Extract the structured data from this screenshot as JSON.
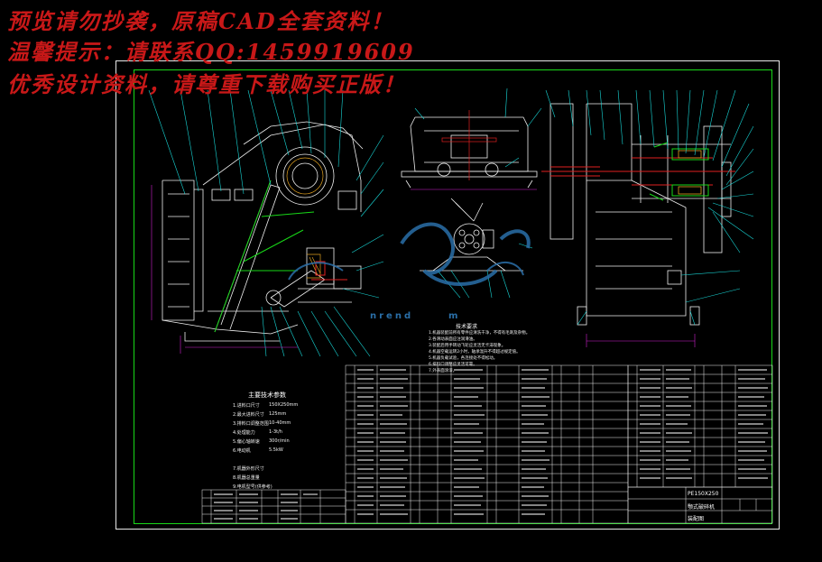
{
  "watermark": {
    "line1": "预览请勿抄袭，原稿CAD全套资料！",
    "line2": "温馨提示：请联系QQ:1459919609",
    "line3": "优秀设计资料，请尊重下载购买正版！",
    "color": "#c81818"
  },
  "logo": {
    "text": "nrend      m",
    "color": "#2a6fa8"
  },
  "technical_spec": {
    "title": "主要技术参数",
    "lines": [
      "1.进料口尺寸",
      "2.最大进料尺寸",
      "3.排料口调整范围",
      "4.处理能力",
      "5.偏心轴转速",
      "6.电动机",
      "",
      "7.机器外形尺寸",
      "8.机器总重量",
      "9.电机型号(供参考)"
    ],
    "values": [
      "150X250mm",
      "125mm",
      "10-40mm",
      "1-3t/h",
      "300r/min",
      "5.5kW",
      "",
      "",
      "",
      ""
    ]
  },
  "notes": {
    "title": "技术要求",
    "lines": [
      "1.机器装配前所有零件应清洗干净，不得有毛刺及杂物。",
      "2.各滑动表面应注润滑油。",
      "3.装配后用手转动飞轮应灵活无卡滞现象。",
      "4.机器空载运转2小时，轴承温升不得超过规定值。",
      "5.机器负载试验，各连接处不得松动。",
      "6.排料口调整应灵活可靠。",
      "7.外表面涂漆。"
    ]
  },
  "title_block": {
    "drawing_name": "颚式破碎机",
    "code": "PE150X250",
    "school": "装配图"
  },
  "colors": {
    "frame_outer": "#e8e8e8",
    "frame_inner": "#18d818",
    "drawing_main": "#f0f0f0",
    "leader": "#18d8d8",
    "section": "#e0a020",
    "highlight": "#e02020",
    "center": "#ff3030"
  }
}
